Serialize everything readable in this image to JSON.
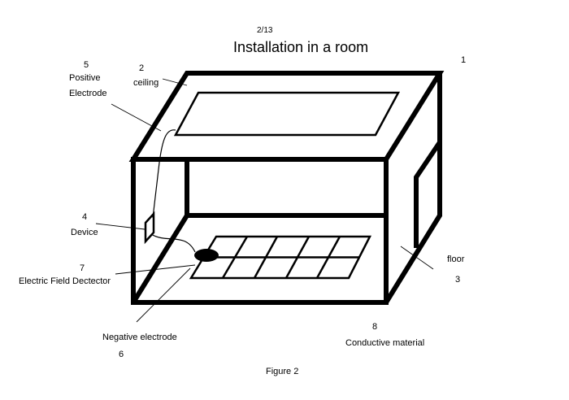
{
  "page_number": "2/13",
  "title": "Installation in a room",
  "figure_caption": "Figure 2",
  "labels": {
    "n1": "1",
    "n2": "2",
    "ceiling": "ceiling",
    "n3": "3",
    "floor": "floor",
    "n4": "4",
    "device": "Device",
    "n5": "5",
    "positive_1": "Positive",
    "positive_2": "Electrode",
    "n6": "6",
    "negative": "Negative electrode",
    "n7": "7",
    "detector": "Electric Field Dectector",
    "n8": "8",
    "conductive": "Conductive material"
  },
  "colors": {
    "line": "#000000",
    "background": "#ffffff"
  }
}
